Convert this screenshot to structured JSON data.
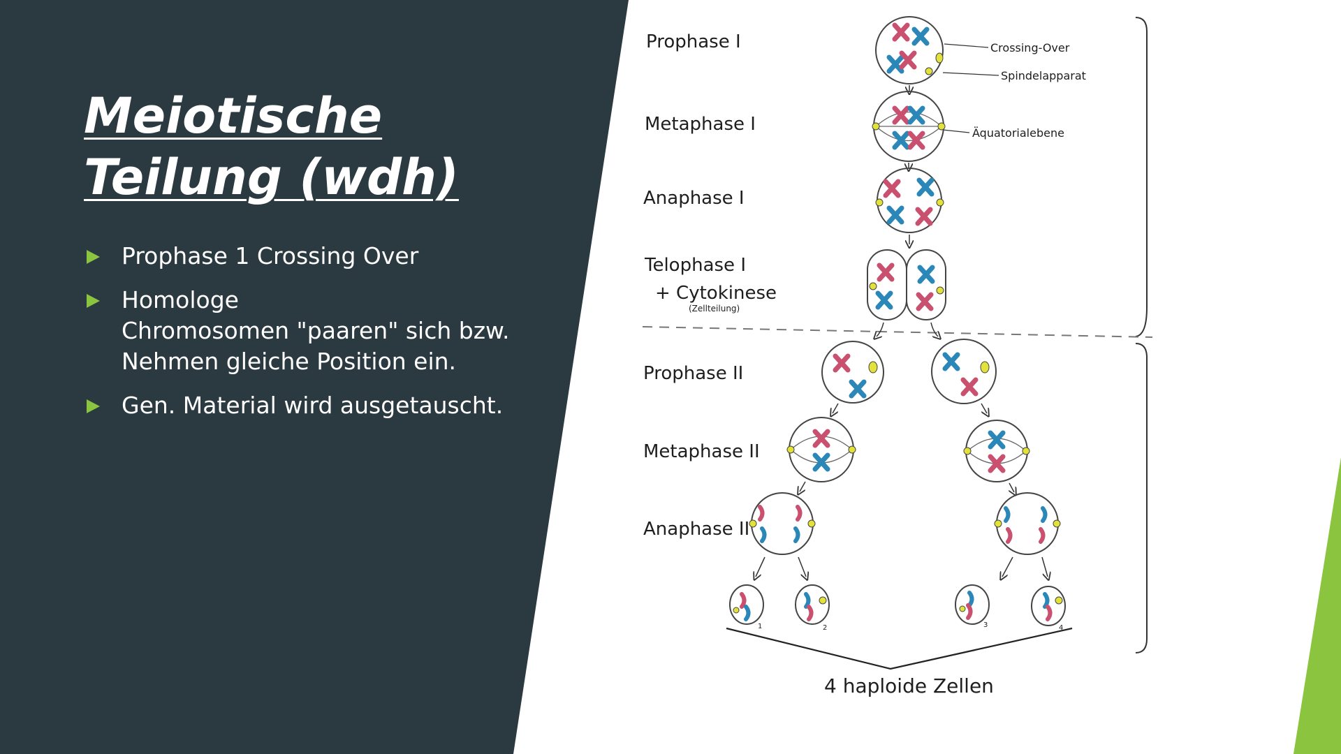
{
  "slide": {
    "title": "Meiotische Teilung (wdh)",
    "bullets": [
      "Prophase 1 Crossing Over",
      "Homologe\nChromosomen  \"paaren\" sich bzw.\nNehmen gleiche Position ein.",
      "Gen. Material wird ausgetauscht."
    ]
  },
  "diagram": {
    "phases": [
      "Prophase I",
      "Metaphase I",
      "Anaphase I",
      "Telophase I",
      "+ Cytokinese",
      "(Zellteilung)",
      "Prophase II",
      "Metaphase II",
      "Anaphase II"
    ],
    "annotations": [
      "Crossing-Over",
      "Spindelapparat",
      "Äquatorialebene"
    ],
    "result_label": "4 haploide Zellen",
    "cell_numbers": [
      "1",
      "2",
      "3",
      "4"
    ]
  },
  "colors": {
    "panel": "#2b3940",
    "accent_green": "#8bc53f",
    "chromosome_pink": "#c9506e",
    "chromosome_blue": "#2a87b8",
    "spindle_pole_yellow": "#e2e23a"
  }
}
